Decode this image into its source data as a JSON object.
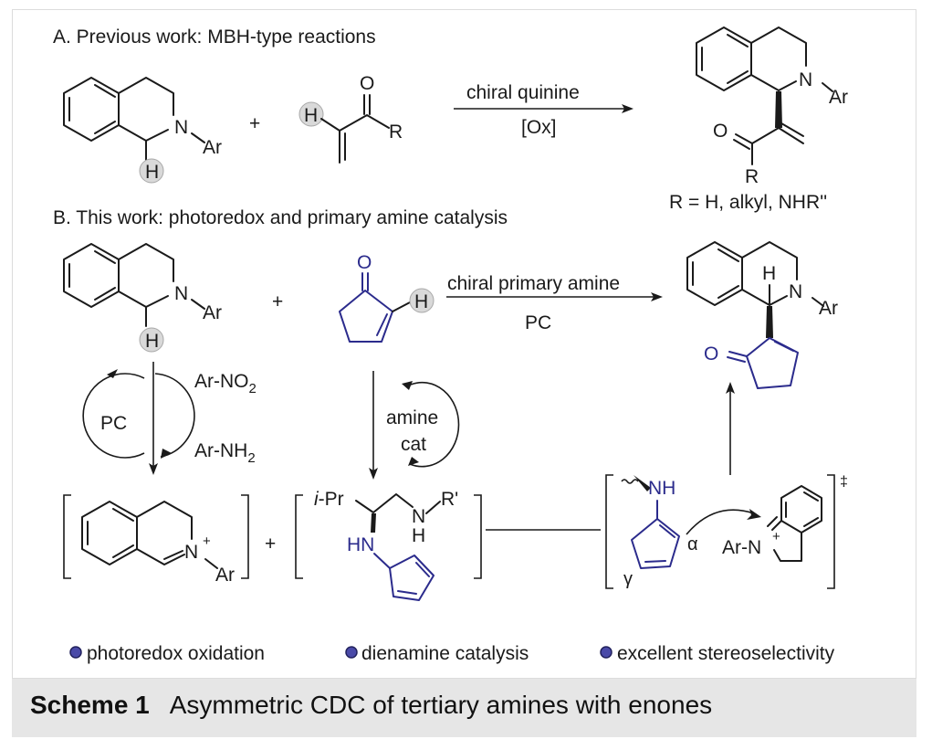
{
  "section_a": {
    "heading": "A. Previous work: MBH-type reactions",
    "reagent_top": "chiral quinine",
    "reagent_bottom": "[Ox]",
    "plus": "+",
    "r_definition": "R =  H, alkyl, NHR''"
  },
  "section_b": {
    "heading": "B. This work: photoredox and primary amine catalysis",
    "reagent_top": "chiral primary amine",
    "reagent_bottom": "PC",
    "plus": "+",
    "cycle_pc": "PC",
    "cycle_amine_1": "amine",
    "cycle_amine_2": "cat",
    "ar_no2": "Ar-NO",
    "ar_no2_sub": "2",
    "ar_nh2": "Ar-NH",
    "ar_nh2_sub": "2",
    "ts_mark": "‡"
  },
  "atoms": {
    "N": "N",
    "Ar": "Ar",
    "H": "H",
    "O": "O",
    "R": "R",
    "NH": "NH",
    "HN": "HN",
    "iPr_italic": "i",
    "iPr_rest": "-Pr",
    "Rprime": "R'",
    "plus_charge": "+",
    "alpha": "α",
    "gamma": "γ",
    "ArN": "Ar-N"
  },
  "highlights": [
    {
      "label": "photoredox oxidation"
    },
    {
      "label": "dienamine catalysis"
    },
    {
      "label": "excellent stereoselectivity"
    }
  ],
  "caption": {
    "label": "Scheme 1",
    "text": "Asymmetric CDC of tertiary amines with enones"
  },
  "colors": {
    "catalysis_blue": "#2b2b8c",
    "h_highlight": "#d9d9d9",
    "caption_bg": "#e6e6e6"
  }
}
